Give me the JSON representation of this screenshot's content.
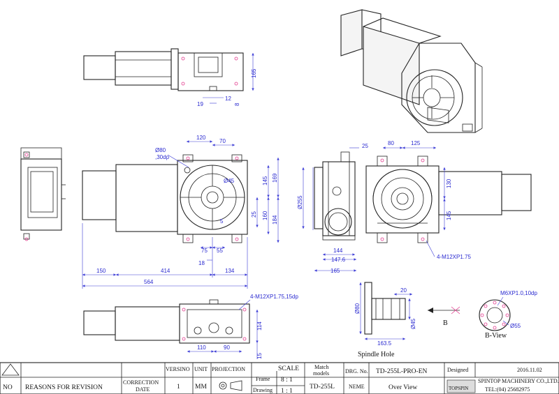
{
  "dimensions": {
    "top_165": "165",
    "top_12": "12",
    "top_19": "19",
    "top_8": "8",
    "d120": "120",
    "d70": "70",
    "d80dia": "Ø80",
    "d30dp": ",30dp",
    "d45dia": "Ø45",
    "d145": "145",
    "d169": "169",
    "d25": "25",
    "d160": "160",
    "d184": "184",
    "d5": "5",
    "d75": "75",
    "d55": "55",
    "d18": "18",
    "d150": "150",
    "d414": "414",
    "d134": "134",
    "d564": "564",
    "side_25": "25",
    "side_255": "Ø255",
    "side_144": "144",
    "side_1476": "147.6",
    "side_165": "165",
    "right_80": "80",
    "right_125": "125",
    "right_130": "130",
    "right_145": "145",
    "bolt_note": "4-M12XP1.75",
    "bottom_note": "4-M12XP1.75,15dp",
    "bottom_114": "114",
    "bottom_110": "110",
    "bottom_90": "90",
    "bottom_15": "15",
    "sp_80": "Ø80",
    "sp_20": "20",
    "sp_45": "Ø45",
    "sp_1635": "163.5",
    "bview_note": "M6XP1.0,10dp",
    "bview_55": "Ø55"
  },
  "labels": {
    "spindle_hole": "Spindle Hole",
    "b_arrow": "B",
    "b_view": "B-View"
  },
  "title_block": {
    "no": "NO",
    "reasons": "REASONS FOR REVISION",
    "correction": "CORRECTION",
    "date": "DATE",
    "versino": "VERSINO",
    "version_value": "1",
    "unit": "UNIT",
    "unit_value": "MM",
    "projection": "PROJECTION",
    "scale": "SCALE",
    "frame": "Frame",
    "frame_value": "8 : 1",
    "drawing": "Drawing",
    "drawing_value": "1 : 1",
    "match": "Match",
    "models": "models",
    "match_value": "TD-255L",
    "drg_no": "DRG. No.",
    "drg_value": "TD-255L-PRO-EN",
    "neme": "NEME",
    "neme_value": "Over View",
    "designed": "Designed",
    "date_value": "2016.11.02",
    "company": "SPINTOP MACHINERY CO.,LTD.",
    "tel": "TEL:(04) 25682975",
    "logo_text": "TOPSPIN"
  }
}
